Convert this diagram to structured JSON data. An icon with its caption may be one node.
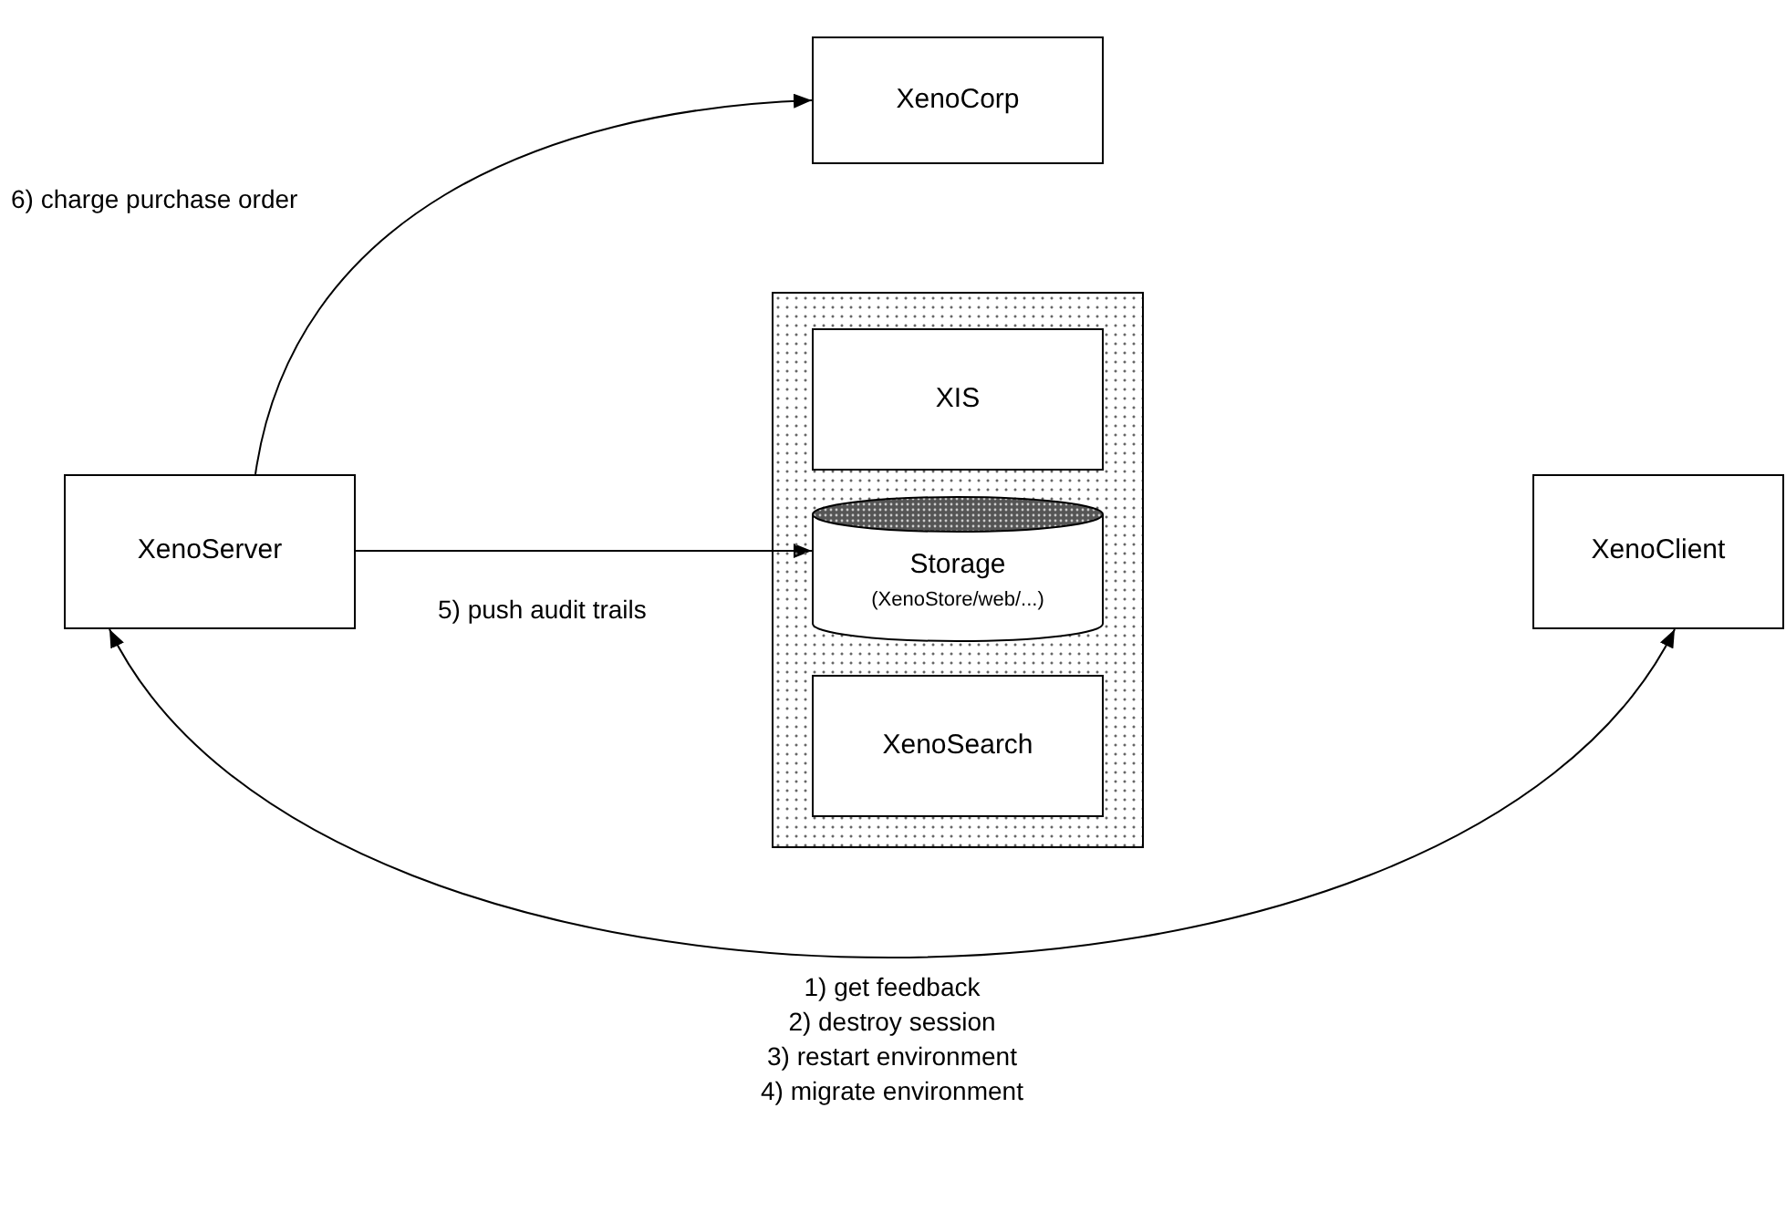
{
  "diagram": {
    "nodes": [
      {
        "text": [
          "XenoCorp"
        ]
      },
      {
        "text": [],
        "shape": "box"
      },
      {
        "text": [
          "XIS"
        ],
        "in": 1
      },
      {
        "text": [
          "Storage",
          "(XenoStore/web/...)"
        ],
        "in": 1
      },
      {
        "text": [
          "XenoSearch"
        ],
        "in": 1
      },
      {
        "text": [
          "XenoServer"
        ]
      },
      {
        "text": [
          "XenoClient"
        ]
      }
    ],
    "edges": [
      {
        "from": 5,
        "to": 0,
        "arrow": "to",
        "label": "6) charge purchase order"
      },
      {
        "from": 5,
        "to": 3,
        "arrow": "to",
        "label": "5) push audit trails"
      },
      {
        "from": 6,
        "to": 5,
        "arrow": "both",
        "label": "1) get feedback 2) destroy session 3) restart environment 4) migrate environment"
      }
    ]
  }
}
